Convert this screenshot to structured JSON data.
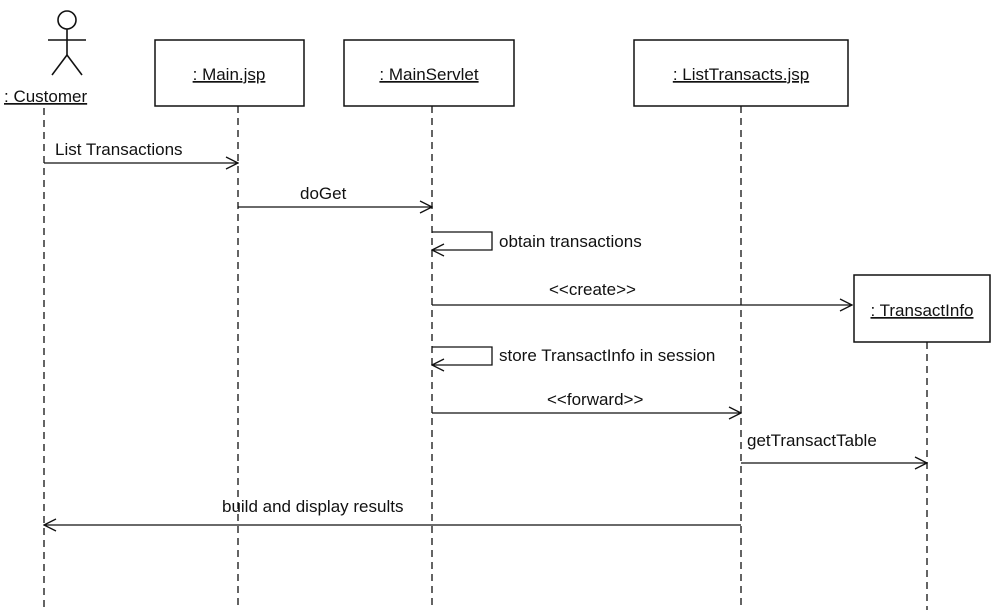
{
  "diagram": {
    "actor": {
      "name": ": Customer"
    },
    "objects": [
      {
        "name": ": Main.jsp"
      },
      {
        "name": ": MainServlet"
      },
      {
        "name": ": ListTransacts.jsp"
      },
      {
        "name": ": TransactInfo"
      }
    ],
    "messages": [
      {
        "label": "List Transactions"
      },
      {
        "label": "doGet"
      },
      {
        "label": "obtain transactions"
      },
      {
        "label": "<<create>>"
      },
      {
        "label": "store TransactInfo in session"
      },
      {
        "label": "<<forward>>"
      },
      {
        "label": "getTransactTable"
      },
      {
        "label": "build and display results"
      }
    ]
  }
}
